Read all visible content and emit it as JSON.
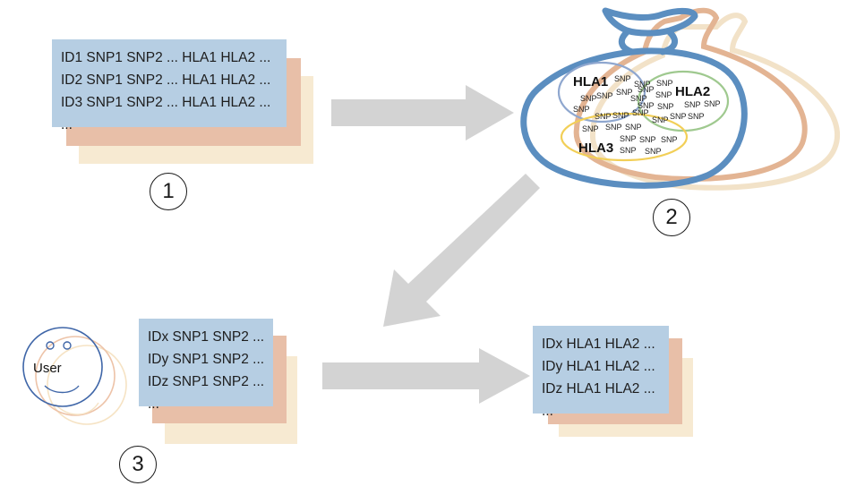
{
  "reference_panel": {
    "rows": [
      "ID1 SNP1 SNP2 ... HLA1 HLA2 ...",
      "ID2 SNP1 SNP2 ... HLA1 HLA2 ...",
      "ID3 SNP1 SNP2 ... HLA1 HLA2 ...",
      "..."
    ]
  },
  "model_bag": {
    "groups": [
      "HLA1",
      "HLA2",
      "HLA3"
    ],
    "snp_label": "SNP"
  },
  "user": {
    "label": "User"
  },
  "user_input": {
    "rows": [
      "IDx SNP1 SNP2 ...",
      "IDy SNP1 SNP2 ...",
      "IDz SNP1 SNP2 ...",
      "..."
    ]
  },
  "output": {
    "rows": [
      "IDx HLA1 HLA2 ...",
      "IDy HLA1 HLA2 ...",
      "IDz HLA1 HLA2 ...",
      "..."
    ]
  },
  "steps": [
    "1",
    "2",
    "3"
  ],
  "colors": {
    "card_front": "#b6cee3",
    "card_mid": "#e8bfa8",
    "card_back": "#f7ead2",
    "arrow": "#d3d3d3",
    "bag_outline": "#5b8ec0",
    "bag_shadow1": "#e3b493",
    "bag_shadow2": "#f2e2c8",
    "hla1_ring": "#8fa7cf",
    "hla2_ring": "#9fc98f",
    "hla3_ring": "#f2cf57"
  }
}
